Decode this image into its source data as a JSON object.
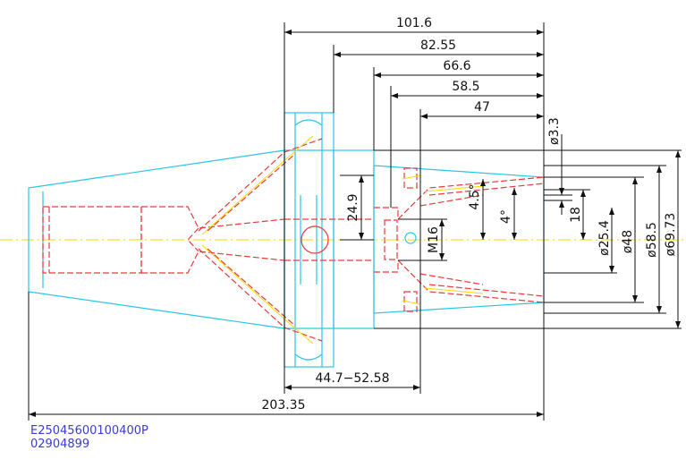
{
  "colors": {
    "outline": "#29c6e6",
    "hidden": "#e83a3a",
    "centerline": "#ffd600",
    "dimension": "#111111",
    "code_text": "#3a3ad8"
  },
  "dimensions": {
    "d_101_6": "101.6",
    "d_82_55": "82.55",
    "d_66_6": "66.6",
    "d_58_5": "58.5",
    "d_47": "47",
    "d_dia3_3": "ø3.3",
    "d_24_9": "24.9",
    "d_4_5deg": "4.5°",
    "d_4deg": "4°",
    "d_18": "18",
    "d_M16": "M16",
    "d_dia25_4": "ø25.4",
    "d_dia48": "ø48",
    "d_dia58_5": "ø58.5",
    "d_dia69_73": "ø69.73",
    "d_44_7_52_58": "44.7−52.58",
    "d_203_35": "203.35"
  },
  "part_codes": {
    "line1": "E25045600100400P",
    "line2": "02904899"
  }
}
